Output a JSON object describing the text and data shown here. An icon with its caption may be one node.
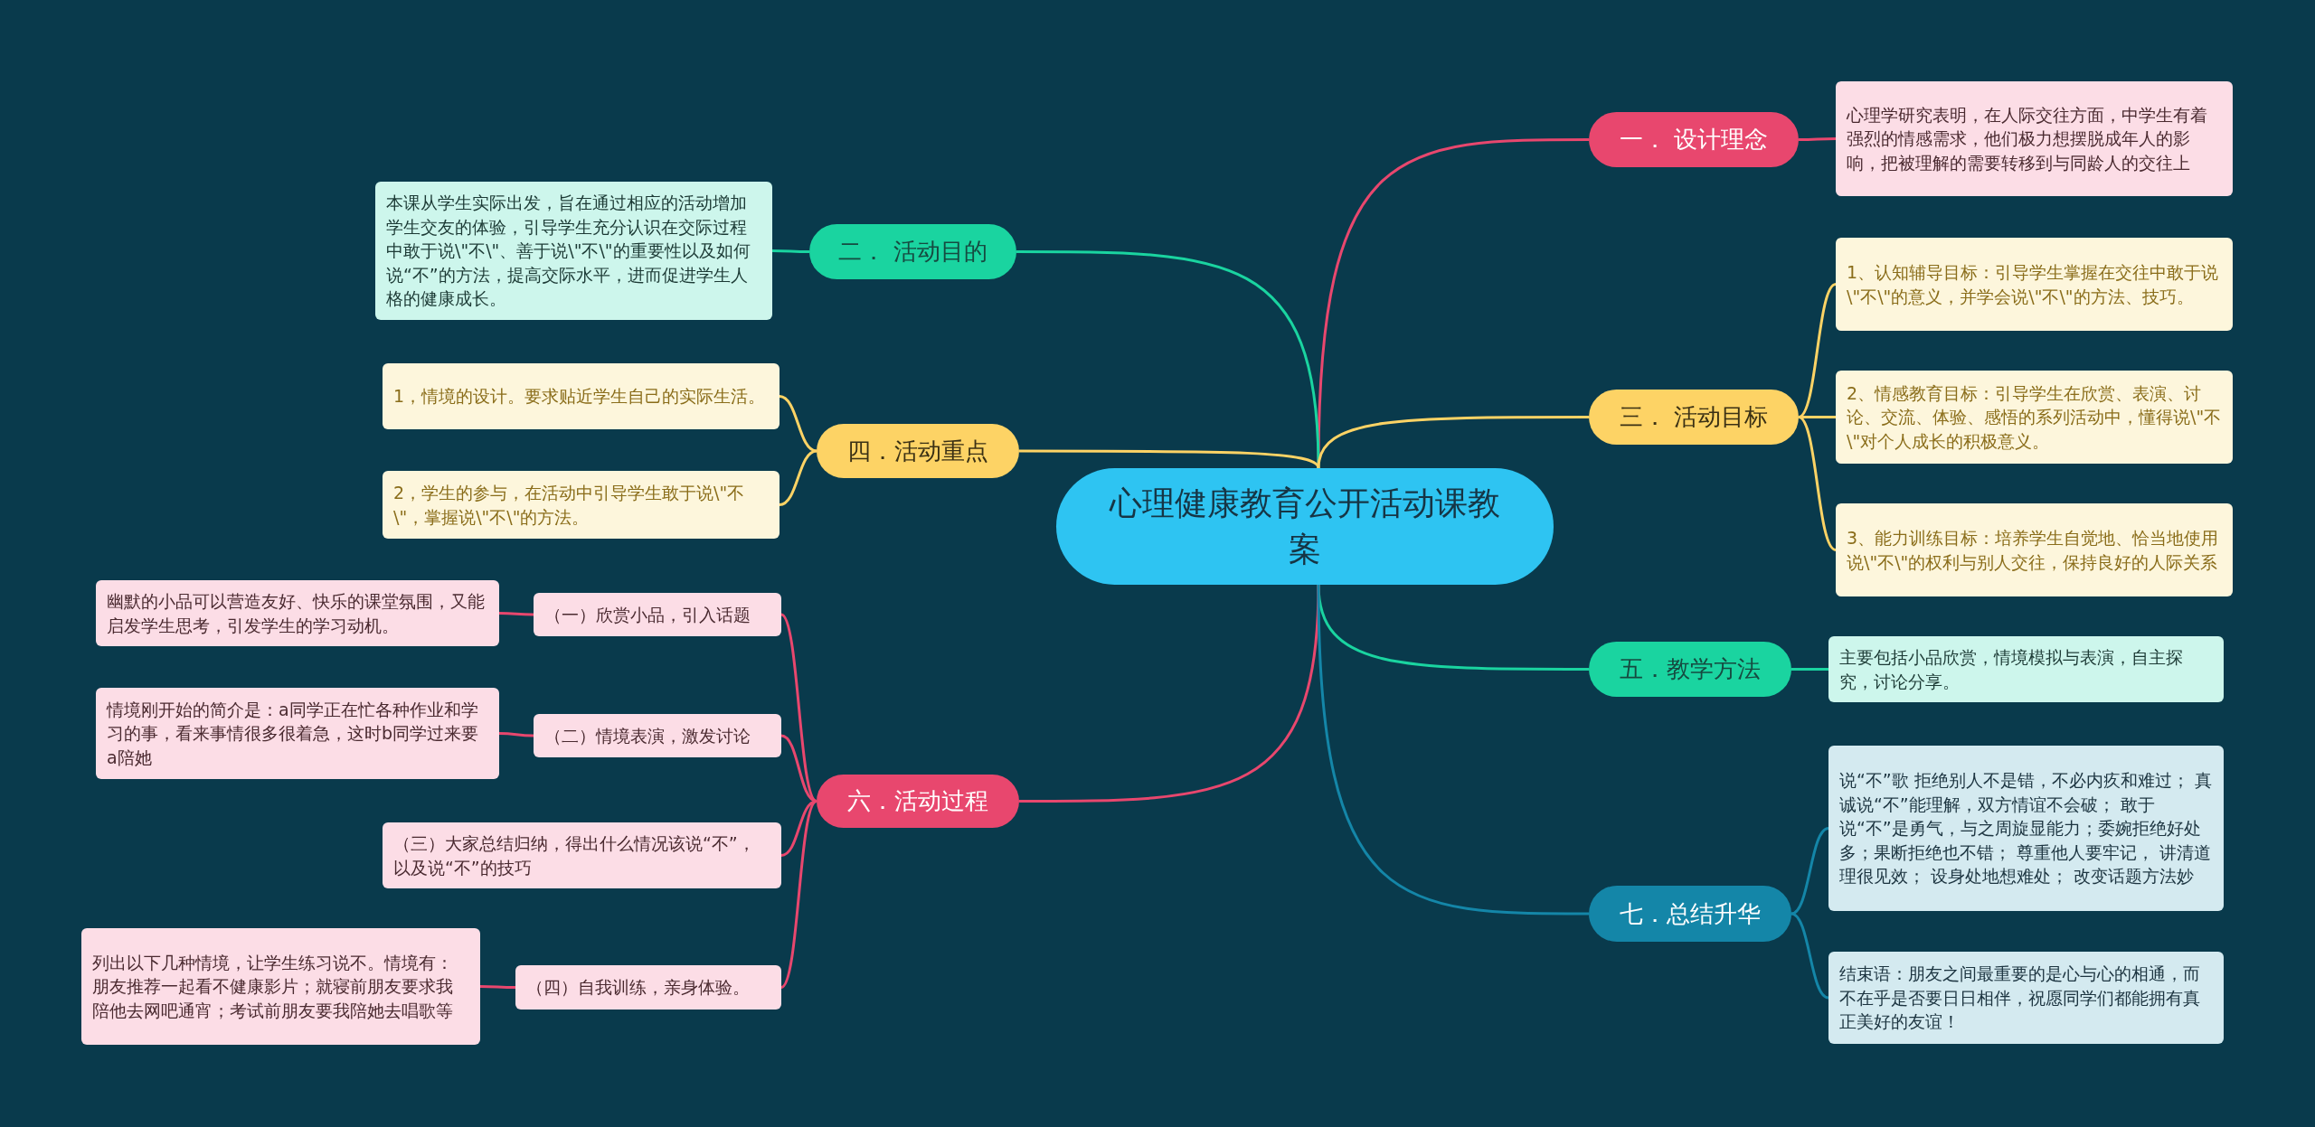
{
  "diagram": {
    "nodes": [
      {
        "text": [
          "心理健康教育公开活动课教案"
        ]
      },
      {
        "text": [
          "一．  设计理念"
        ]
      },
      {
        "text": [
          "心理学研究表明，在人际交往方面，中学生有着强烈的情感需求，他们极力想摆脱成年人的影响，把被理解的需要转移到与同龄人的交往上"
        ]
      },
      {
        "text": [
          "二．  活动目的"
        ]
      },
      {
        "text": [
          "本课从学生实际出发，旨在通过相应的活动增加学生交友的体验，引导学生充分认识在交际过程中敢于说\\\"不\\\"、善于说\\\"不\\\"的重要性以及如何说“不”的方法，提高交际水平，进而促进学生人格的健康成长。"
        ]
      },
      {
        "text": [
          "三．  活动目标"
        ]
      },
      {
        "text": [
          "1、认知辅导目标：引导学生掌握在交往中敢于说\\\"不\\\"的意义，并学会说\\\"不\\\"的方法、技巧。"
        ]
      },
      {
        "text": [
          "2、情感教育目标：引导学生在欣赏、表演、讨论、交流、体验、感悟的系列活动中，懂得说\\\"不\\\"对个人成长的积极意义。"
        ]
      },
      {
        "text": [
          "3、能力训练目标：培养学生自觉地、恰当地使用说\\\"不\\\"的权利与别人交往，保持良好的人际关系"
        ]
      },
      {
        "text": [
          "四．活动重点"
        ]
      },
      {
        "text": [
          "1，情境的设计。要求贴近学生自己的实际生活。"
        ]
      },
      {
        "text": [
          "2，学生的参与，在活动中引导学生敢于说\\\"不\\\"，掌握说\\\"不\\\"的方法。"
        ]
      },
      {
        "text": [
          "五．教学方法"
        ]
      },
      {
        "text": [
          "主要包括小品欣赏，情境模拟与表演，自主探究，讨论分享。"
        ]
      },
      {
        "text": [
          "六．活动过程"
        ]
      },
      {
        "text": [
          "（一）欣赏小品，引入话题"
        ]
      },
      {
        "text": [
          "幽默的小品可以营造友好、快乐的课堂氛围，又能启发学生思考，引发学生的学习动机。"
        ]
      },
      {
        "text": [
          "（二）情境表演，激发讨论"
        ]
      },
      {
        "text": [
          "情境刚开始的简介是：a同学正在忙各种作业和学习的事，看来事情很多很着急，这时b同学过来要a陪她"
        ]
      },
      {
        "text": [
          "（三）大家总结归纳，得出什么情况该说“不”，以及说“不”的技巧"
        ]
      },
      {
        "text": [
          "（四）自我训练，亲身体验。"
        ]
      },
      {
        "text": [
          "列出以下几种情境，让学生练习说不。情境有：朋友推荐一起看不健康影片；就寝前朋友要求我陪他去网吧通宵；考试前朋友要我陪她去唱歌等"
        ]
      },
      {
        "text": [
          "七．总结升华"
        ]
      },
      {
        "text": [
          "说“不”歌 拒绝别人不是错，不必内疚和难过； 真诚说“不”能理解，双方情谊不会破； 敢于说“不”是勇气，与之周旋显能力；委婉拒绝好处多；果断拒绝也不错； 尊重他人要牢记， 讲清道理很见效； 设身处地想难处； 改变话题方法妙"
        ]
      },
      {
        "text": [
          "结束语：朋友之间最重要的是心与心的相通，而不在乎是否要日日相伴，祝愿同学们都能拥有真正美好的友谊！"
        ]
      }
    ],
    "edges": [
      {
        "from": 0,
        "to": 1,
        "arrow": "none",
        "color": "#e8476e"
      },
      {
        "from": 1,
        "to": 2,
        "arrow": "none",
        "color": "#e8476e"
      },
      {
        "from": 0,
        "to": 3,
        "arrow": "none",
        "color": "#1ad4a0"
      },
      {
        "from": 3,
        "to": 4,
        "arrow": "none",
        "color": "#1ad4a0"
      },
      {
        "from": 0,
        "to": 5,
        "arrow": "none",
        "color": "#fdd365"
      },
      {
        "from": 5,
        "to": 6,
        "arrow": "none",
        "color": "#fdd365"
      },
      {
        "from": 5,
        "to": 7,
        "arrow": "none",
        "color": "#fdd365"
      },
      {
        "from": 5,
        "to": 8,
        "arrow": "none",
        "color": "#fdd365"
      },
      {
        "from": 0,
        "to": 9,
        "arrow": "none",
        "color": "#fdd365"
      },
      {
        "from": 9,
        "to": 10,
        "arrow": "none",
        "color": "#fdd365"
      },
      {
        "from": 9,
        "to": 11,
        "arrow": "none",
        "color": "#fdd365"
      },
      {
        "from": 0,
        "to": 12,
        "arrow": "none",
        "color": "#1ad4a0"
      },
      {
        "from": 12,
        "to": 13,
        "arrow": "none",
        "color": "#1ad4a0"
      },
      {
        "from": 0,
        "to": 14,
        "arrow": "none",
        "color": "#e8476e"
      },
      {
        "from": 14,
        "to": 15,
        "arrow": "none",
        "color": "#e8476e"
      },
      {
        "from": 15,
        "to": 16,
        "arrow": "none",
        "color": "#e8476e"
      },
      {
        "from": 14,
        "to": 17,
        "arrow": "none",
        "color": "#e8476e"
      },
      {
        "from": 17,
        "to": 18,
        "arrow": "none",
        "color": "#e8476e"
      },
      {
        "from": 14,
        "to": 19,
        "arrow": "none",
        "color": "#e8476e"
      },
      {
        "from": 14,
        "to": 20,
        "arrow": "none",
        "color": "#e8476e"
      },
      {
        "from": 20,
        "to": 21,
        "arrow": "none",
        "color": "#e8476e"
      },
      {
        "from": 0,
        "to": 22,
        "arrow": "none",
        "color": "#1486a8"
      },
      {
        "from": 22,
        "to": 23,
        "arrow": "none",
        "color": "#1486a8"
      },
      {
        "from": 22,
        "to": 24,
        "arrow": "none",
        "color": "#1486a8"
      }
    ]
  }
}
